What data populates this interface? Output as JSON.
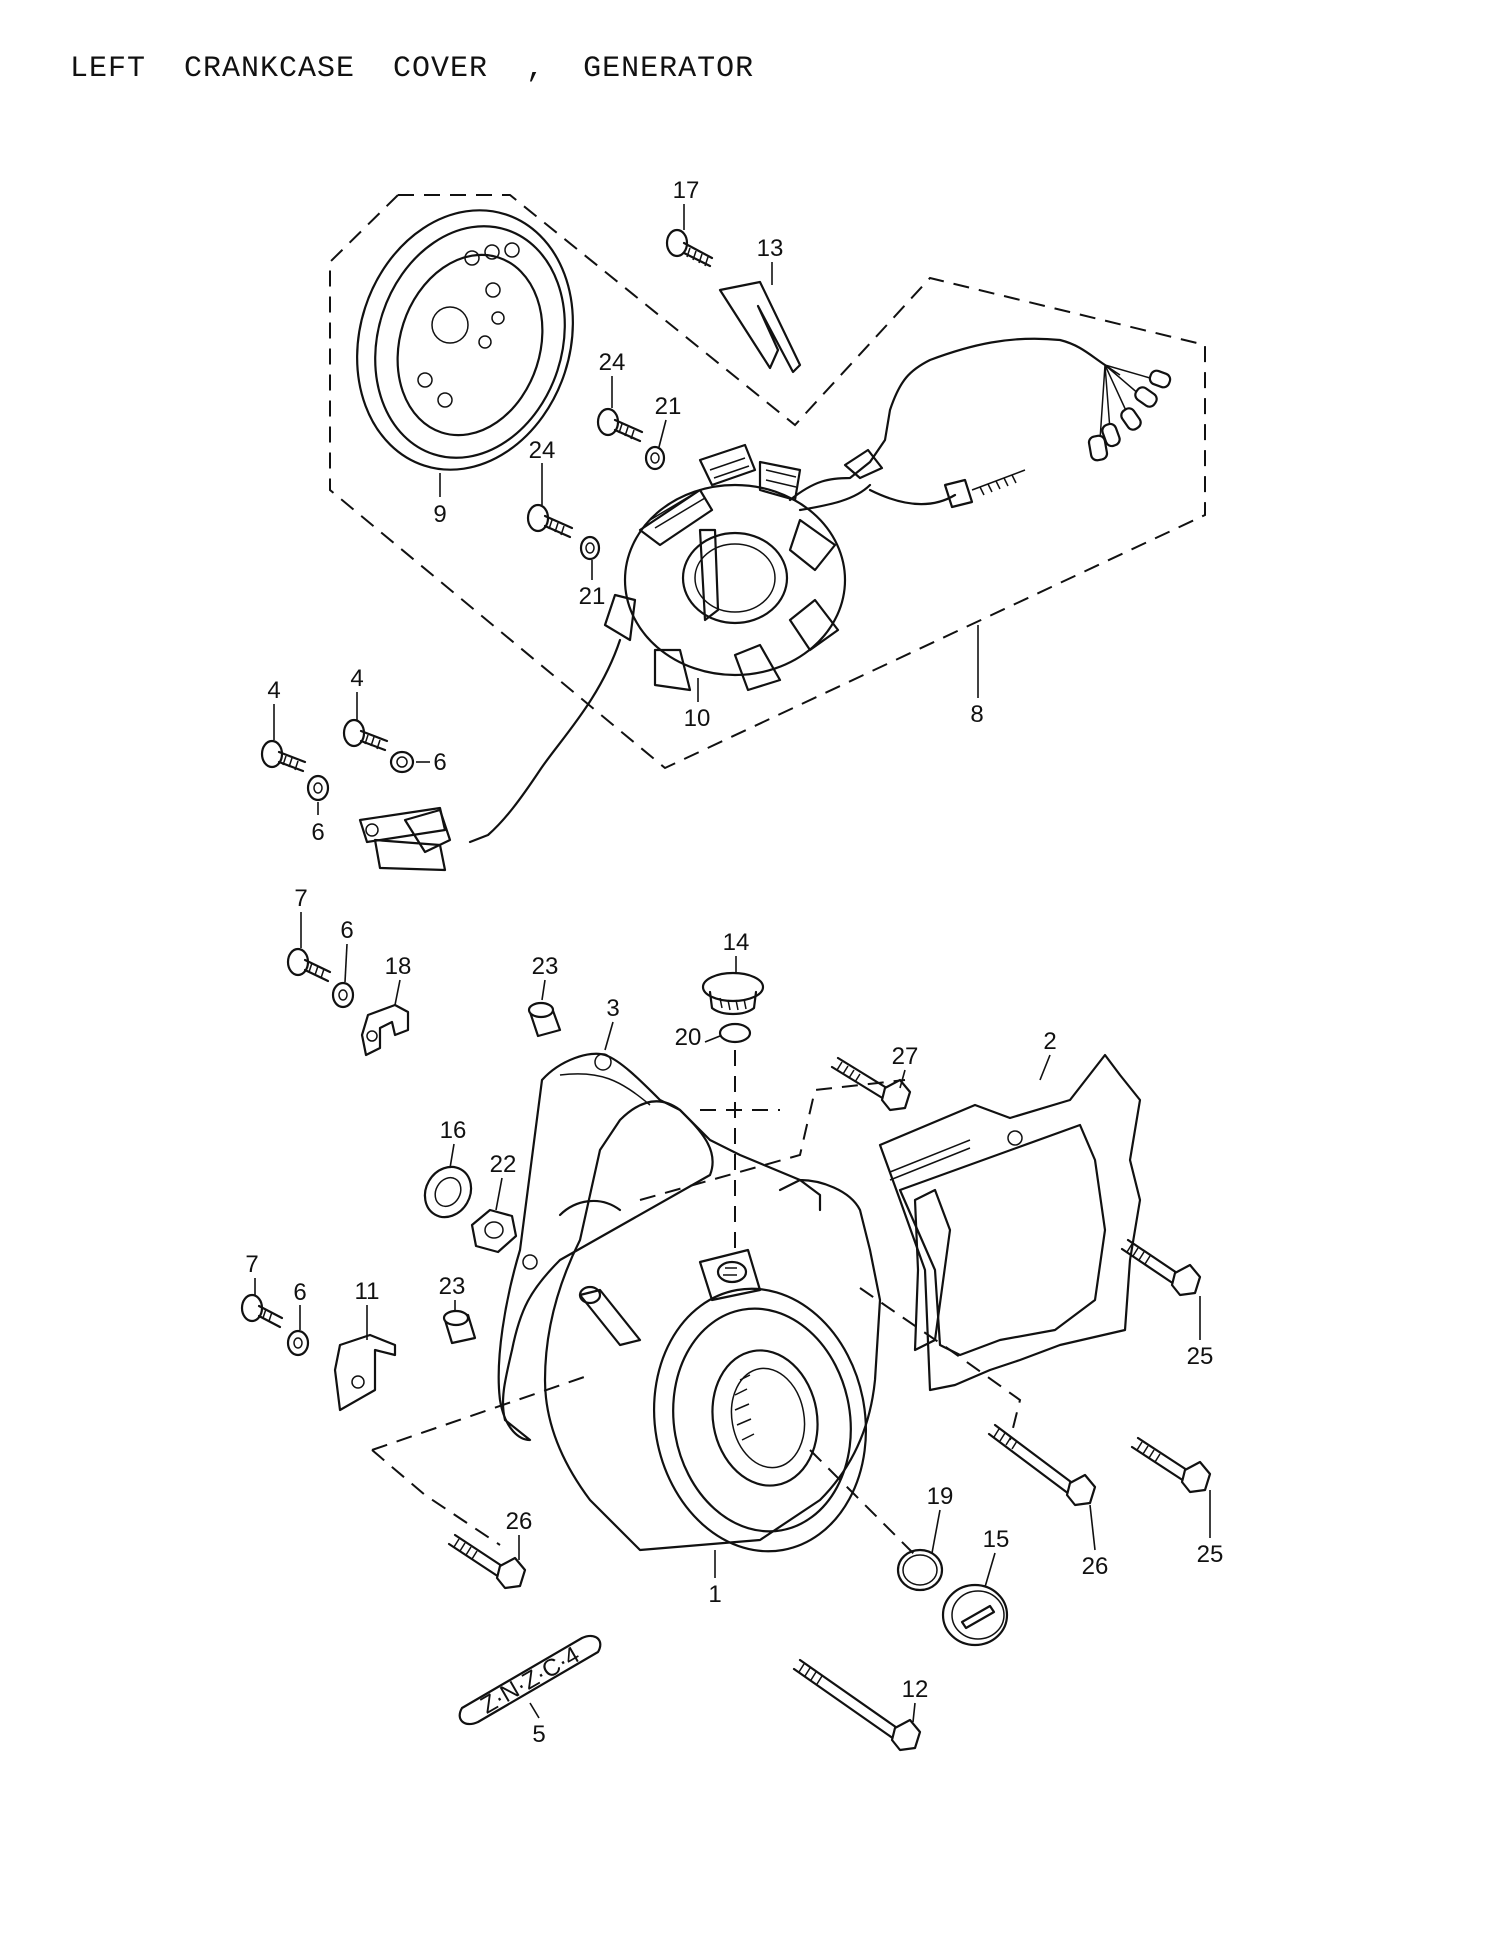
{
  "title": "LEFT  CRANKCASE  COVER  ,  GENERATOR",
  "callouts": {
    "c1": "1",
    "c2": "2",
    "c3": "3",
    "c4a": "4",
    "c4b": "4",
    "c5": "5",
    "c6a": "6",
    "c6b": "6",
    "c6c": "6",
    "c6d": "6",
    "c7a": "7",
    "c7b": "7",
    "c8": "8",
    "c9": "9",
    "c10": "10",
    "c11": "11",
    "c12": "12",
    "c13": "13",
    "c14": "14",
    "c15": "15",
    "c16": "16",
    "c17": "17",
    "c18": "18",
    "c19": "19",
    "c20": "20",
    "c21a": "21",
    "c21b": "21",
    "c22": "22",
    "c23a": "23",
    "c23b": "23",
    "c24a": "24",
    "c24b": "24",
    "c25a": "25",
    "c25b": "25",
    "c26a": "26",
    "c26b": "26",
    "c27": "27"
  },
  "gasket_marking": "Z·N·Z·C·4"
}
